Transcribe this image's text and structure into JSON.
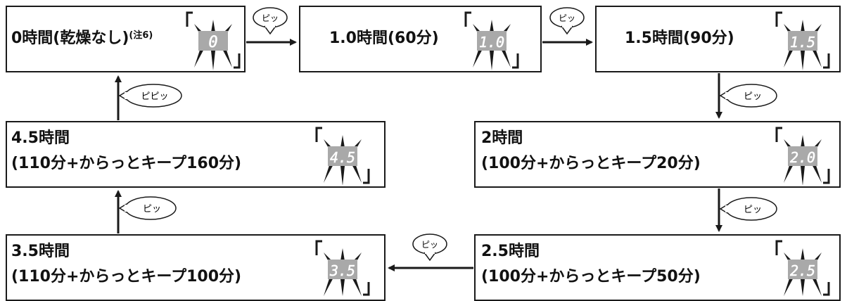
{
  "states": [
    {
      "id": "s0",
      "line1": "0時間(乾燥なし)",
      "note": "(注6)",
      "line2": "",
      "display": "0"
    },
    {
      "id": "s1",
      "line1": "1.0時間(60分)",
      "note": "",
      "line2": "",
      "display": "1.0"
    },
    {
      "id": "s2",
      "line1": "1.5時間(90分)",
      "note": "",
      "line2": "",
      "display": "1.5"
    },
    {
      "id": "s3",
      "line1": "2時間",
      "note": "",
      "line2": "(100分+からっとキープ20分)",
      "display": "2.0"
    },
    {
      "id": "s4",
      "line1": "2.5時間",
      "note": "",
      "line2": "(100分+からっとキープ50分)",
      "display": "2.5"
    },
    {
      "id": "s5",
      "line1": "3.5時間",
      "note": "",
      "line2": "(110分+からっとキープ100分)",
      "display": "3.5"
    },
    {
      "id": "s6",
      "line1": "4.5時間",
      "note": "",
      "line2": "(110分+からっとキープ160分)",
      "display": "4.5"
    }
  ],
  "bubbles": {
    "b01": "ピッ",
    "b12": "ピッ",
    "b23": "ピッ",
    "b34": "ピッ",
    "b45": "ピッ",
    "b56": "ピッ",
    "b60": "ピピッ"
  },
  "colors": {
    "lcd": "#a9a9a9",
    "line": "#1a1a1a"
  }
}
